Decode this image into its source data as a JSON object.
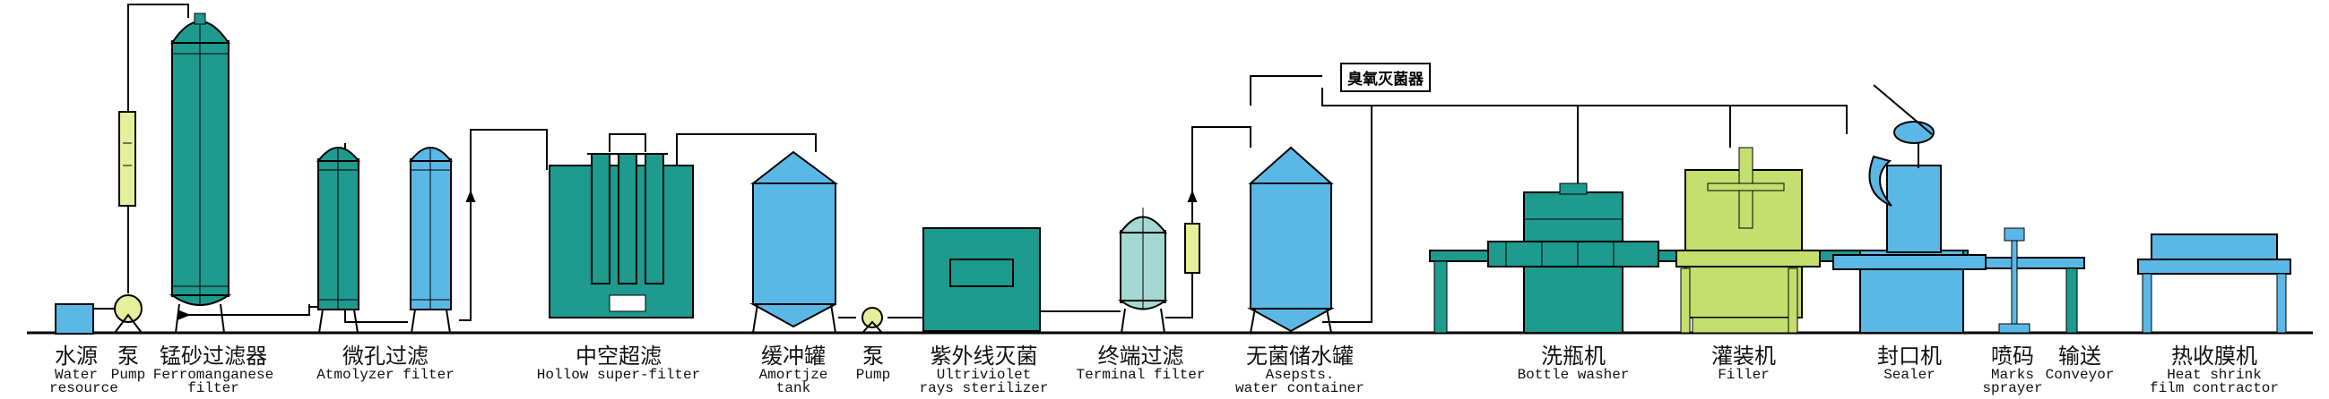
{
  "diagram": {
    "callout": "臭氧灭菌器",
    "labels": [
      {
        "id": "water-resource",
        "cn": "水源",
        "en": [
          "Water",
          "resource"
        ]
      },
      {
        "id": "pump-1",
        "cn": "泵",
        "en": [
          "Pump"
        ]
      },
      {
        "id": "ferromanganese-filter",
        "cn": "锰砂过滤器",
        "en": [
          "Ferromanganese",
          "filter"
        ]
      },
      {
        "id": "atmolyzer-filter",
        "cn": "微孔过滤",
        "en": [
          "Atmolyzer filter"
        ]
      },
      {
        "id": "hollow-super-filter",
        "cn": "中空超滤",
        "en": [
          "Hollow super-filter"
        ]
      },
      {
        "id": "amortize-tank",
        "cn": "缓冲罐",
        "en": [
          "Amortjze",
          "tank"
        ]
      },
      {
        "id": "pump-2",
        "cn": "泵",
        "en": [
          "Pump"
        ]
      },
      {
        "id": "uv-sterilizer",
        "cn": "紫外线灭菌",
        "en": [
          "Ultriviolet",
          "rays sterilizer"
        ]
      },
      {
        "id": "terminal-filter",
        "cn": "终端过滤",
        "en": [
          "Terminal filter"
        ]
      },
      {
        "id": "water-container",
        "cn": "无菌储水罐",
        "en": [
          "Asepsts.",
          "water container"
        ]
      },
      {
        "id": "bottle-washer",
        "cn": "洗瓶机",
        "en": [
          "Bottle washer"
        ]
      },
      {
        "id": "filler",
        "cn": "灌装机",
        "en": [
          "Filler"
        ]
      },
      {
        "id": "sealer",
        "cn": "封口机",
        "en": [
          "Sealer"
        ]
      },
      {
        "id": "marks-sprayer",
        "cn": "喷码",
        "en": [
          "Marks",
          "sprayer"
        ]
      },
      {
        "id": "conveyor",
        "cn": "输送",
        "en": [
          "Conveyor"
        ]
      },
      {
        "id": "film-contractor",
        "cn": "热收膜机",
        "en": [
          "Heat shrink",
          "film contractor"
        ]
      }
    ]
  }
}
